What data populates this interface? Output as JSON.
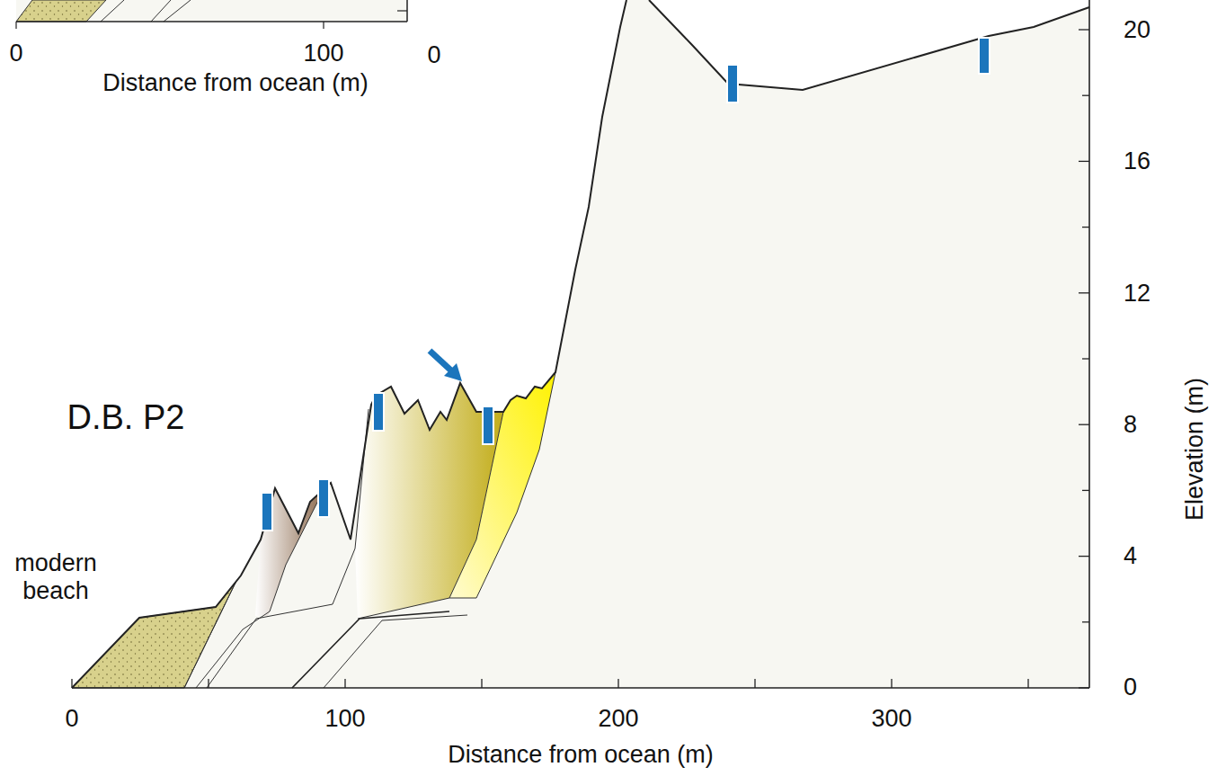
{
  "diagram": {
    "labels": [
      "0",
      "100",
      "Distance from ocean (m)",
      "0",
      "D.B. P2",
      "modern beach",
      "0",
      "100",
      "200",
      "300",
      "Distance from ocean (m)",
      "20",
      "16",
      "12",
      "8",
      "4",
      "0",
      "Elevation (m)"
    ]
  }
}
